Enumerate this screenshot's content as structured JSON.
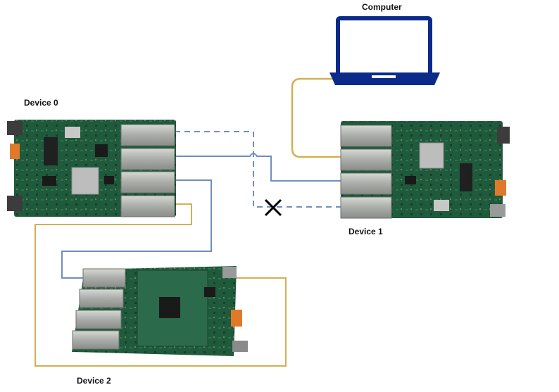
{
  "labels": {
    "computer": "Computer",
    "device0": "Device 0",
    "device1": "Device 1",
    "device2": "Device 2"
  },
  "colors": {
    "blue_link": "#6f8fbd",
    "gold_link": "#d1b055",
    "laptop": "#0b2b8a",
    "pcb": "#1f5a3c",
    "sfp_metal": "#a9aca8",
    "broken_mark": "#000000"
  },
  "icons": {
    "computer": "laptop-icon",
    "broken_link": "x-mark-icon"
  }
}
